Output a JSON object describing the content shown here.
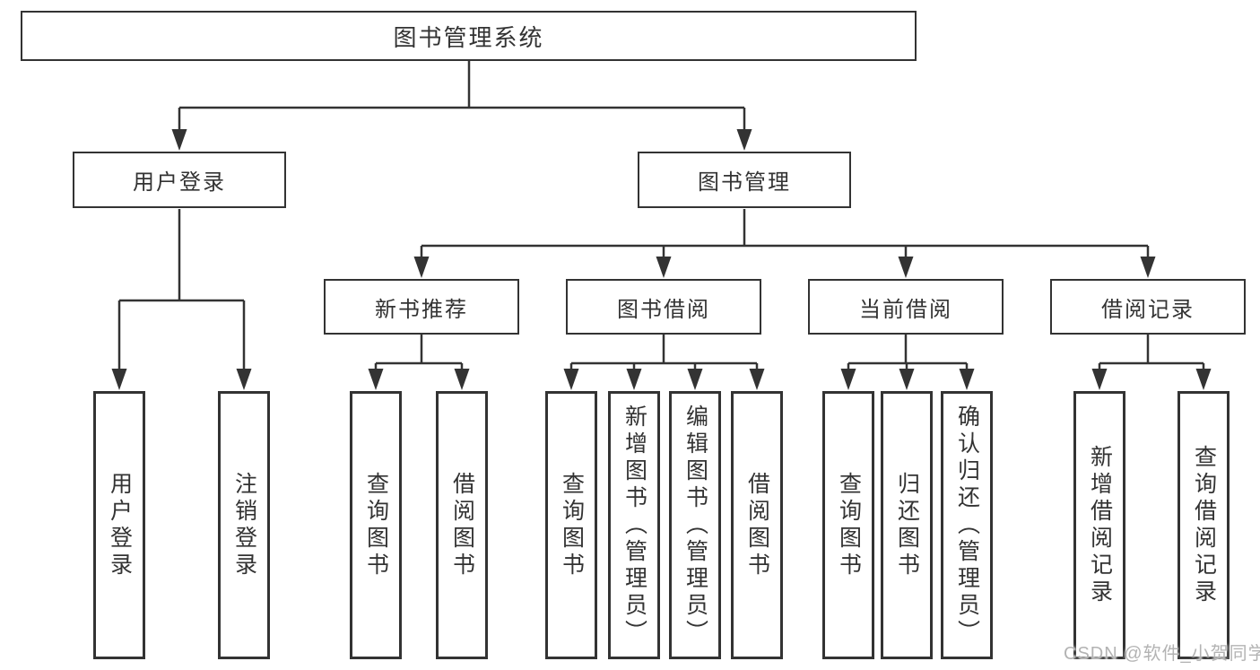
{
  "page": {
    "background": "#ffffff",
    "line_color": "#333333",
    "text_color": "#333333",
    "watermark_color": "#b3b3b3"
  },
  "nodes": {
    "root": "图书管理系统",
    "user_login": "用户登录",
    "book_mgmt": "图书管理",
    "new_book_rec": "新书推荐",
    "book_borrow": "图书借阅",
    "current_borrow": "当前借阅",
    "borrow_records": "借阅记录",
    "g1": [
      "用户登录",
      "注销登录"
    ],
    "g2": [
      "查询图书",
      "借阅图书"
    ],
    "g3": [
      "查询图书",
      "新增图书（管理员）",
      "编辑图书（管理员）",
      "借阅图书"
    ],
    "g4": [
      "查询图书",
      "归还图书",
      "确认归还（管理员）"
    ],
    "g5": [
      "新增借阅记录",
      "查询借阅记录"
    ]
  },
  "hierarchy": {
    "图书管理系统": [
      "用户登录",
      "图书管理"
    ],
    "用户登录": [
      "用户登录",
      "注销登录"
    ],
    "图书管理": [
      "新书推荐",
      "图书借阅",
      "当前借阅",
      "借阅记录"
    ],
    "新书推荐": [
      "查询图书",
      "借阅图书"
    ],
    "图书借阅": [
      "查询图书",
      "新增图书（管理员）",
      "编辑图书（管理员）",
      "借阅图书"
    ],
    "当前借阅": [
      "查询图书",
      "归还图书",
      "确认归还（管理员）"
    ],
    "借阅记录": [
      "新增借阅记录",
      "查询借阅记录"
    ]
  },
  "watermark": "CSDN @软件_小贺同学"
}
